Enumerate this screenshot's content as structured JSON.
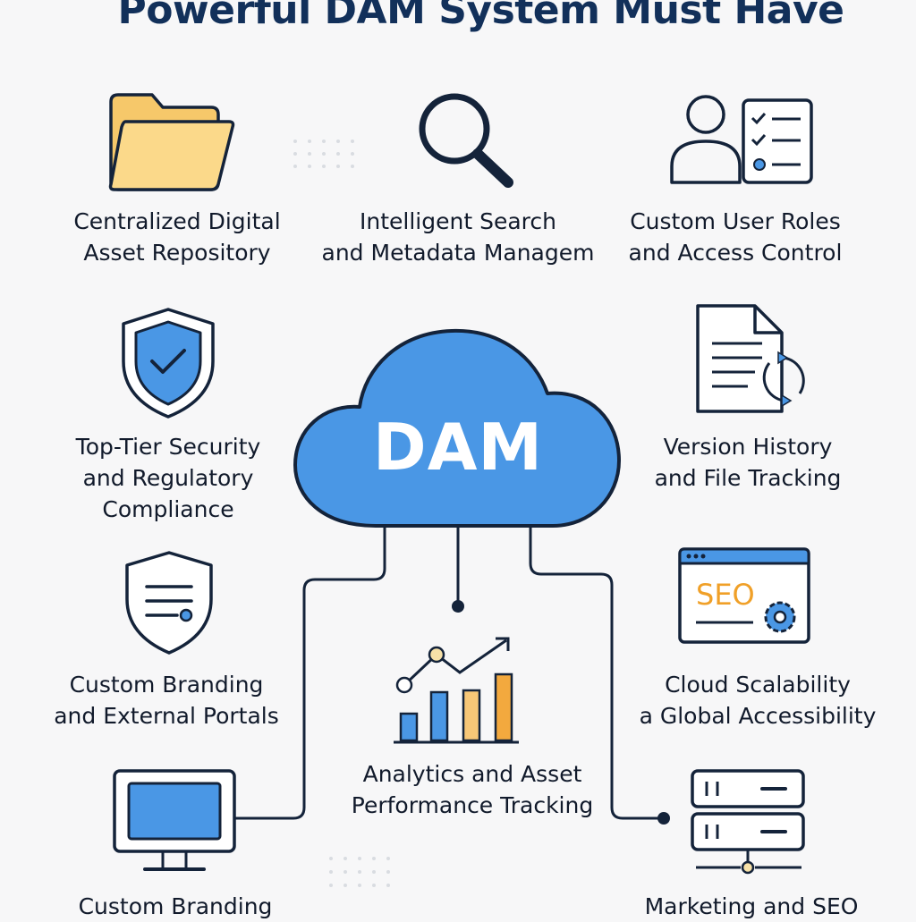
{
  "title": "Powerful DAM System Must Have",
  "center": {
    "label": "DAM"
  },
  "features": [
    {
      "id": "repository",
      "icon": "folder-icon",
      "lines": [
        "Centralized Digital",
        "Asset Repository"
      ]
    },
    {
      "id": "search",
      "icon": "magnifier-icon",
      "lines": [
        "Intelligent Search",
        "and Metadata Managem"
      ]
    },
    {
      "id": "roles",
      "icon": "user-checklist-icon",
      "lines": [
        "Custom User Roles",
        "and Access Control"
      ]
    },
    {
      "id": "security",
      "icon": "shield-check-icon",
      "lines": [
        "Top-Tier Security",
        "and Regulatory",
        "Compliance"
      ]
    },
    {
      "id": "version",
      "icon": "document-sync-icon",
      "lines": [
        "Version History",
        "and File Tracking"
      ]
    },
    {
      "id": "branding",
      "icon": "shield-document-icon",
      "lines": [
        "Custom Branding",
        "and External Portals"
      ]
    },
    {
      "id": "analytics",
      "icon": "bar-chart-trend-icon",
      "lines": [
        "Analytics and Asset",
        "Performance Tracking"
      ]
    },
    {
      "id": "scalability",
      "icon": "seo-window-icon",
      "lines": [
        "Cloud Scalability",
        "a Global Accessibility"
      ]
    },
    {
      "id": "branding2",
      "icon": "monitor-icon",
      "lines": [
        "Custom Branding"
      ]
    },
    {
      "id": "marketing",
      "icon": "server-icon",
      "lines": [
        "Marketing and SEO"
      ]
    }
  ],
  "icon_texts": {
    "seo": "SEO"
  },
  "colors": {
    "navy": "#12305a",
    "outline": "#14233a",
    "cloud": "#4a97e5",
    "folder": "#fbd98a",
    "bar_blue": "#4a97e5",
    "bar_orange": "#f3a93e",
    "seo_orange": "#f0a028",
    "background": "#f7f7f8"
  }
}
